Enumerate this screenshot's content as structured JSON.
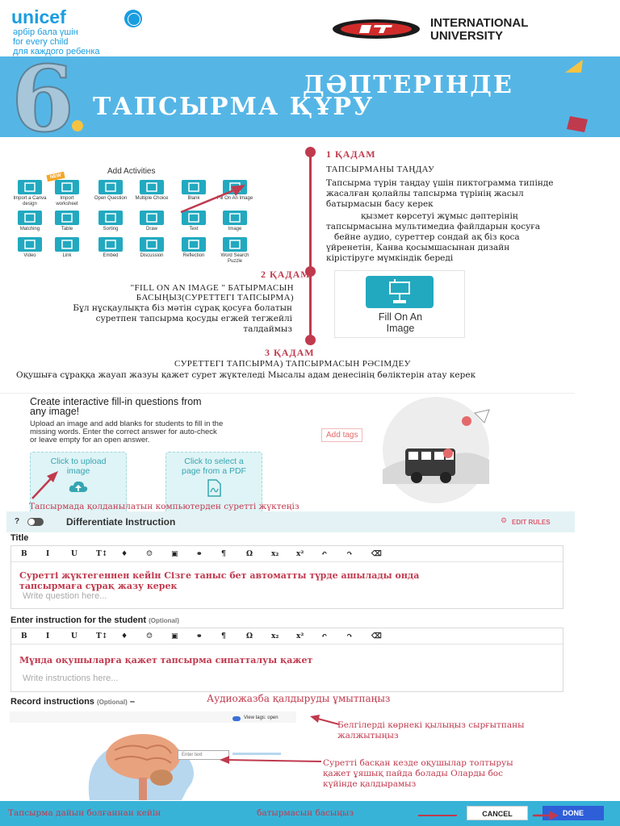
{
  "header": {
    "unicef_word": "unicef",
    "unicef_tag1": "әрбір бала үшін",
    "unicef_tag2": "for every child",
    "unicef_tag3": "для каждого ребенка",
    "university_line1": "INTERNATIONAL",
    "university_line2": "UNIVERSITY"
  },
  "banner": {
    "number": "6",
    "title_line1": "ДӘПТЕРІНДЕ",
    "title_line2": "ТАПСЫРМА ҚҰРУ"
  },
  "step1": {
    "heading": "1 ҚАДАМ",
    "caption": "ТАПСЫРМАНЫ ТАҢДАУ",
    "text1_l1": "Тапсырма түрін таңдау үшін пиктограмма типінде",
    "text1_l2": "жасалған қолайлы тапсырма түрінің жасыл",
    "text1_l3": "батырмасын басу керек",
    "text2_l1": "қызмет көрсетуі жұмыс дәптерінің",
    "text2_l2": "тапсырмасына  мультимедиа файлдарын қосуға",
    "text2_l3": "бейне аудио, суреттер   сондай ақ біз қоса",
    "text2_l4": "үйренетін, Канва қосымшасынан дизайн",
    "text2_l5": "кірістіруге мүмкіндік береді"
  },
  "activities": {
    "title": "Add Activities",
    "new_badge": "NEW",
    "items": [
      {
        "label": "Import a Canva design"
      },
      {
        "label": "Import worksheet"
      },
      {
        "label": "Open Question"
      },
      {
        "label": "Multiple Choice"
      },
      {
        "label": "Blank"
      },
      {
        "label": "Fill On An Image"
      },
      {
        "label": "Matching"
      },
      {
        "label": "Table"
      },
      {
        "label": "Sorting"
      },
      {
        "label": "Draw"
      },
      {
        "label": "Text"
      },
      {
        "label": "Image"
      },
      {
        "label": "Video"
      },
      {
        "label": "Link"
      },
      {
        "label": "Embed"
      },
      {
        "label": "Discussion"
      },
      {
        "label": "Reflection"
      },
      {
        "label": "Word Search Puzzle"
      }
    ]
  },
  "step2": {
    "heading": "2 ҚАДАМ",
    "caption_l1": "\"FILL ON AN IMAGE \" БАТЫРМАСЫН",
    "caption_l2": "БАСЫҢЫЗ(СУРЕТТЕГІ ТАПСЫРМА)",
    "text_l1": "Бұл нұсқаулықта біз мәтін сұрақ қосуға болатын",
    "text_l2": "суретпен тапсырма қосуды егжей тегжейлі",
    "text_l3": "талдаймыз",
    "card_label_l1": "Fill On An",
    "card_label_l2": "Image"
  },
  "step3": {
    "heading": "3 ҚАДАМ",
    "caption": "СУРЕТТЕГІ ТАПСЫРМА) ТАПСЫРМАСЫН РӘСІМДЕУ",
    "text": "Оқушыға  сұраққа жауап жазуы қажет  сурет жүктеледі  Мысалы  адам денесінің бөліктерін атау керек"
  },
  "editor": {
    "headline_l1": "Create interactive fill-in questions from",
    "headline_l2": "any image!",
    "sub_l1": "Upload an image and add blanks for students to fill in the",
    "sub_l2": "missing words. Enter the correct answer for auto-check",
    "sub_l3": "or leave empty for an open answer.",
    "upload_l1": "Click to upload",
    "upload_l2": "image",
    "pdf_l1": "Click to select a",
    "pdf_l2": "page from a PDF",
    "add_tags": "Add tags",
    "upload_note": "Тапсырмада қолданылатын компьютерден суретті жүктеңіз",
    "diff_label": "Differentiate Instruction",
    "edit_rules": "EDIT RULES",
    "question_mark": "?",
    "title_label": "Title",
    "title_note_l1": "Суретті жүктегеннен кейін Сізге таныс бет автоматты түрде ашылады  онда",
    "title_note_l2": "тапсырмаға сұрақ жазу керек",
    "title_placeholder": "Write question here...",
    "instr_label": "Enter instruction for the student",
    "instr_optional": "(Optional)",
    "instr_note": "Мұнда оқушыларға қажет тапсырма сипатталуы қажет",
    "instr_placeholder": "Write instructions here...",
    "record_label": "Record instructions",
    "record_optional": "(Optional)",
    "record_note": "Аудиожазба қалдыруды ұмытпаңыз",
    "view_tags": "View tags: open",
    "enter_text": "Enter text",
    "tags_note_l1": "Белгілерді көрнекі қылыңыз  сырғытпаны",
    "tags_note_l2": "жалжытыңыз",
    "image_note_l1": "Суретті басқан кезде   оқушылар толтыруы",
    "image_note_l2": "қажет ұяшық пайда болады  Оларды бос",
    "image_note_l3": "күйінде қалдырамыз",
    "toolbar": [
      "B",
      "I",
      "U",
      "T↕",
      "♦",
      "☺",
      "▣",
      "⚭",
      "¶",
      "Ω",
      "x₂",
      "x²",
      "↶",
      "↷",
      "⌫"
    ]
  },
  "footer": {
    "text_left": "Тапсырма дайын болғаннан кейін",
    "text_right": "батырмасын басыңыз",
    "cancel": "CANCEL",
    "done": "DONE"
  },
  "colors": {
    "accent_red": "#c03a4e",
    "banner_blue": "#55b6e6",
    "teal": "#22a9c0",
    "unicef_blue": "#1a9de0"
  }
}
